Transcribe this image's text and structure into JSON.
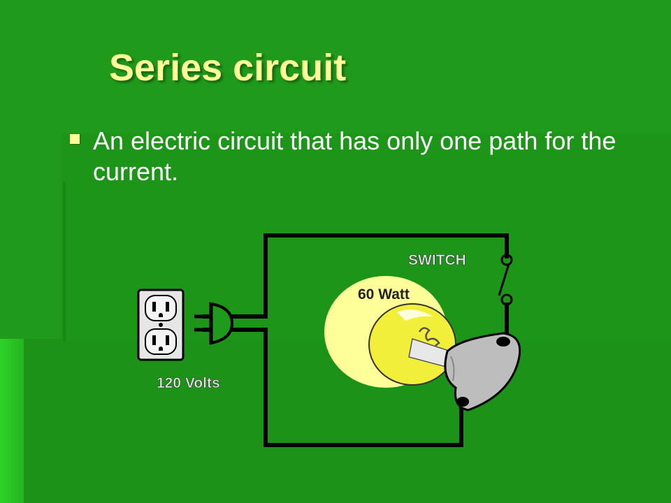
{
  "slide": {
    "title": "Series circuit",
    "bullet": "An electric circuit that has only one path for the current."
  },
  "diagram": {
    "switch_label": "SWITCH",
    "bulb_label": "60 Watt",
    "outlet_label": "120 Volts",
    "colors": {
      "background": "#1f9a1a",
      "title": "#ffff99",
      "wire": "#000000",
      "glow": "#ffff99",
      "bulb": "#f2ef3a"
    }
  }
}
